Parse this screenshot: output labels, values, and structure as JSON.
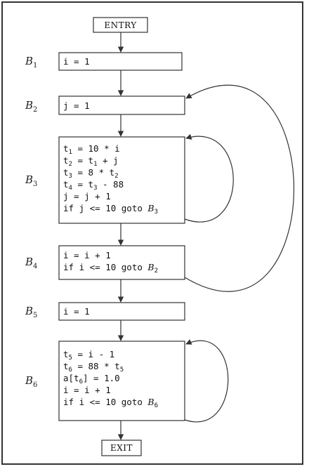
{
  "entry": {
    "label": "ENTRY"
  },
  "exit": {
    "label": "EXIT"
  },
  "blocks": [
    {
      "name": "B",
      "sub": "1",
      "lines": [
        [
          {
            "t": "i = 1"
          }
        ]
      ]
    },
    {
      "name": "B",
      "sub": "2",
      "lines": [
        [
          {
            "t": "j = 1"
          }
        ]
      ]
    },
    {
      "name": "B",
      "sub": "3",
      "lines": [
        [
          {
            "t": "t"
          },
          {
            "s": "1"
          },
          {
            "t": " = 10 * i"
          }
        ],
        [
          {
            "t": "t"
          },
          {
            "s": "2"
          },
          {
            "t": " = t"
          },
          {
            "s": "1"
          },
          {
            "t": " + j"
          }
        ],
        [
          {
            "t": "t"
          },
          {
            "s": "3"
          },
          {
            "t": " = 8 * t"
          },
          {
            "s": "2"
          }
        ],
        [
          {
            "t": "t"
          },
          {
            "s": "4"
          },
          {
            "t": " = t"
          },
          {
            "s": "3"
          },
          {
            "t": " - 88"
          }
        ],
        [
          {
            "t": "j = j + 1"
          }
        ],
        [
          {
            "t": "if j <= 10 goto "
          },
          {
            "it": "B"
          },
          {
            "s": "3"
          }
        ]
      ]
    },
    {
      "name": "B",
      "sub": "4",
      "lines": [
        [
          {
            "t": "i = i + 1"
          }
        ],
        [
          {
            "t": "if i <= 10 goto "
          },
          {
            "it": "B"
          },
          {
            "s": "2"
          }
        ]
      ]
    },
    {
      "name": "B",
      "sub": "5",
      "lines": [
        [
          {
            "t": "i = 1"
          }
        ]
      ]
    },
    {
      "name": "B",
      "sub": "6",
      "lines": [
        [
          {
            "t": "t"
          },
          {
            "s": "5"
          },
          {
            "t": " = i - 1"
          }
        ],
        [
          {
            "t": "t"
          },
          {
            "s": "6"
          },
          {
            "t": " = 88 * t"
          },
          {
            "s": "5"
          }
        ],
        [
          {
            "t": "a[t"
          },
          {
            "s": "6"
          },
          {
            "t": "] = 1.0"
          }
        ],
        [
          {
            "t": "i = i + 1"
          }
        ],
        [
          {
            "t": "if i <= 10 goto "
          },
          {
            "it": "B"
          },
          {
            "s": "6"
          }
        ]
      ]
    }
  ]
}
